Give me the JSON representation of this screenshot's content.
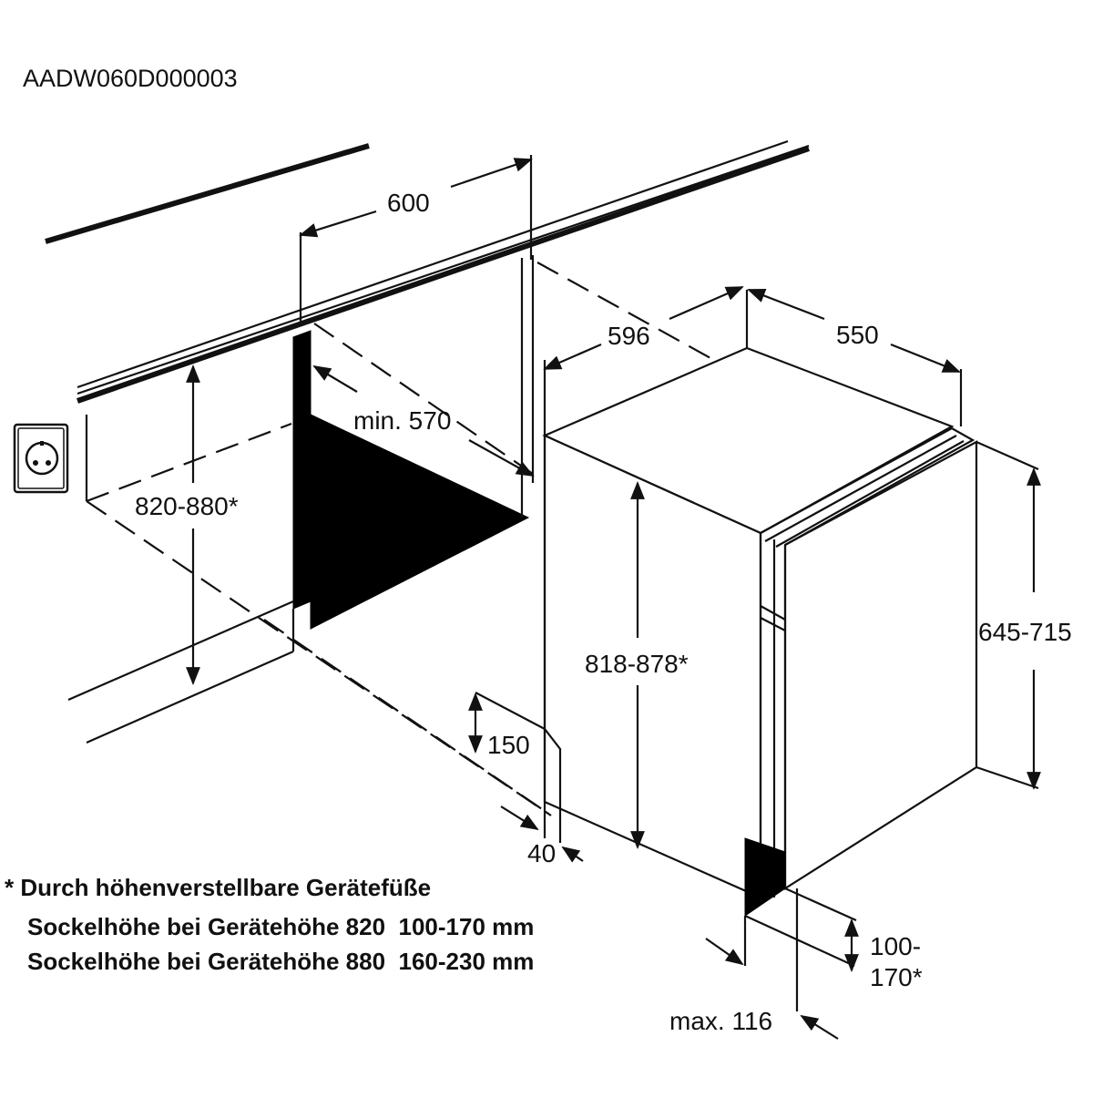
{
  "figure": {
    "code": "AADW060D000003"
  },
  "dimensions": {
    "width_opening": "600",
    "appliance_width": "596",
    "appliance_depth": "550",
    "min_depth": "min. 570",
    "niche_height": "820-880*",
    "appliance_height": "818-878*",
    "door_height": "645-715",
    "plinth_150": "150",
    "plinth_40": "40",
    "foot_range_top": "100-",
    "foot_range_bottom": "170*",
    "max_protrusion": "max. 116"
  },
  "notes": {
    "line1": "* Durch höhenverstellbare Gerätefüße",
    "line2": "Sockelhöhe bei Gerätehöhe 820  100-170 mm",
    "line3": "Sockelhöhe bei Gerätehöhe 880  160-230 mm"
  },
  "icons": {
    "socket": "power-socket-icon"
  }
}
